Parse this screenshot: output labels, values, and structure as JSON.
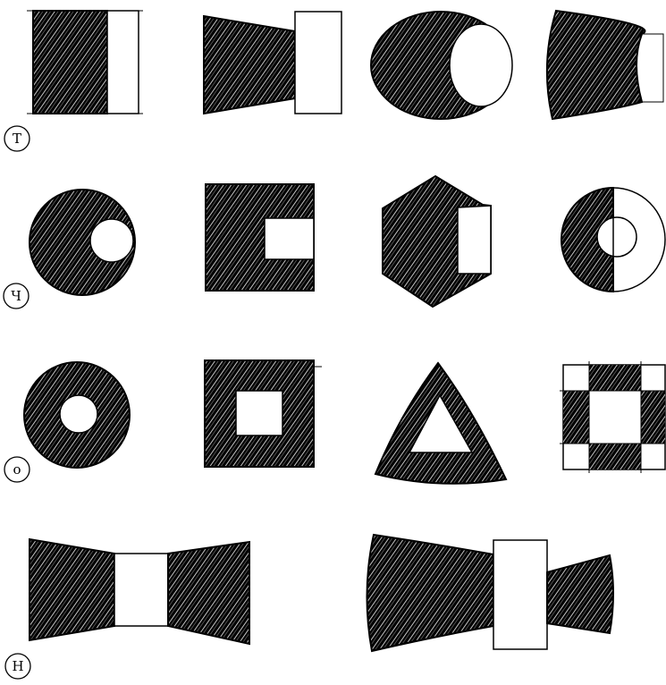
{
  "figure": {
    "row_labels": [
      "Т",
      "Ч",
      "о",
      "Н"
    ],
    "colors": {
      "ink": "#000000",
      "paper": "#ffffff"
    }
  }
}
